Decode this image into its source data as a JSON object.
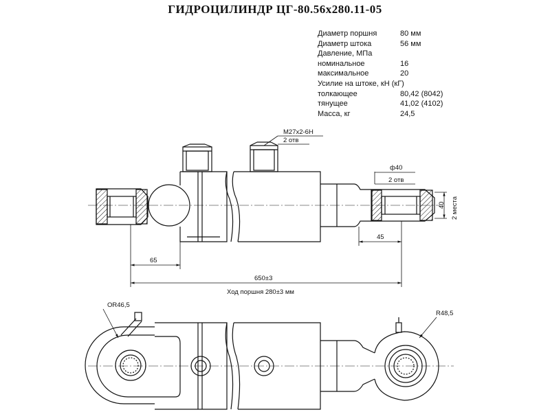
{
  "title": "ГИДРОЦИЛИНДР ЦГ-80.56х280.11-05",
  "specs": [
    {
      "label": "Диаметр поршня",
      "value": "80 мм"
    },
    {
      "label": "Диаметр штока",
      "value": "56 мм"
    },
    {
      "label": "Давление, МПа",
      "value": ""
    },
    {
      "label": "номинальное",
      "value": "16"
    },
    {
      "label": "максимальное",
      "value": "20"
    },
    {
      "label": "Усилие на штоке, кН (кГ)",
      "value": ""
    },
    {
      "label": "толкающее",
      "value": "80,42 (8042)"
    },
    {
      "label": "тянущее",
      "value": "41,02 (4102)"
    },
    {
      "label": "Масса, кг",
      "value": "24,5"
    }
  ],
  "dimensions": {
    "thread": "М27х2-6Н",
    "thread_holes": "2 отв",
    "bore_dia": "ф40",
    "bore_holes": "2 отв",
    "width_40": "40",
    "places": "2 места",
    "d45": "45",
    "d65": "65",
    "length": "650±3",
    "stroke": "Ход поршня 280±3 мм",
    "radius_left": "ОR46,5",
    "radius_right": "R48,5"
  }
}
